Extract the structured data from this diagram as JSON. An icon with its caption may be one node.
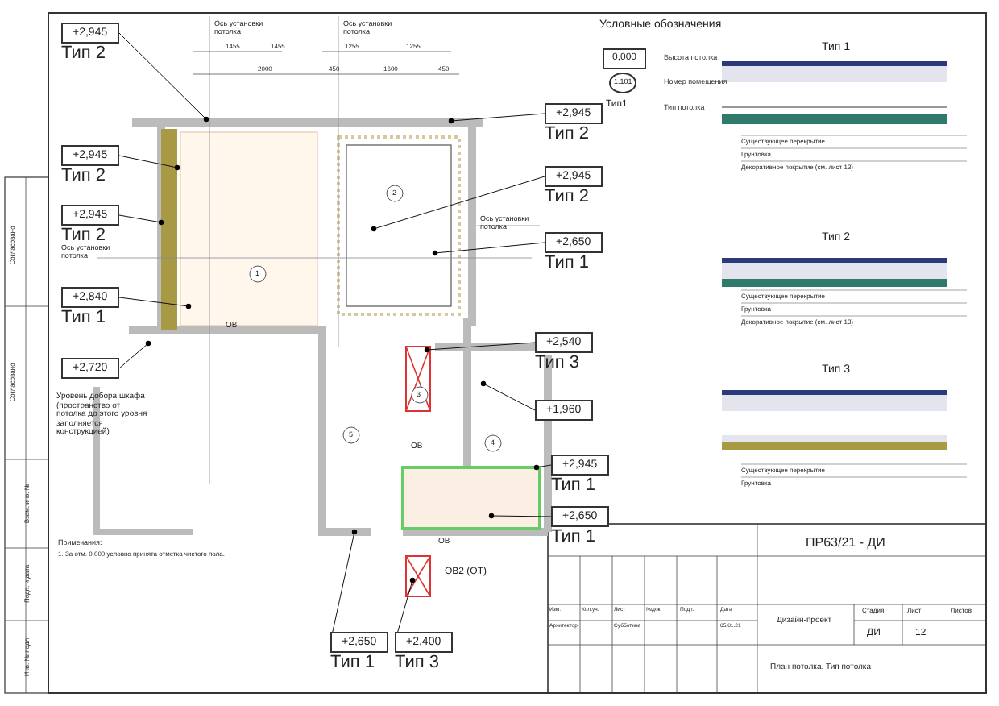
{
  "diagram": {
    "nodes": [
      {
        "text": [
          "+2,945",
          "Тип 2"
        ]
      },
      {
        "text": [
          "+2,945",
          "Тип 2"
        ]
      },
      {
        "text": [
          "+2,945",
          "Тип 2"
        ]
      },
      {
        "text": [
          "+2,840",
          "Тип 1"
        ]
      },
      {
        "text": [
          "+2,720"
        ]
      },
      {
        "text": [
          "+2,945",
          "Тип 2"
        ]
      },
      {
        "text": [
          "+2,945",
          "Тип 2"
        ]
      },
      {
        "text": [
          "+2,650",
          "Тип 1"
        ]
      },
      {
        "text": [
          "+2,540",
          "Тип 3"
        ]
      },
      {
        "text": [
          "+1,960"
        ]
      },
      {
        "text": [
          "+2,945",
          "Тип 1"
        ]
      },
      {
        "text": [
          "+2,650",
          "Тип 1"
        ]
      },
      {
        "text": [
          "+2,650",
          "Тип 1"
        ]
      },
      {
        "text": [
          "+2,400",
          "Тип 3"
        ]
      }
    ],
    "edges": [
      {
        "from": 0,
        "to": null,
        "arrow": "other"
      },
      {
        "from": 1,
        "to": null,
        "arrow": "other"
      },
      {
        "from": 2,
        "to": null,
        "arrow": "other"
      },
      {
        "from": 3,
        "to": null,
        "arrow": "other"
      },
      {
        "from": 4,
        "to": null,
        "arrow": "other"
      },
      {
        "from": 5,
        "to": null,
        "arrow": "other"
      },
      {
        "from": 6,
        "to": null,
        "arrow": "other"
      },
      {
        "from": 7,
        "to": null,
        "arrow": "other"
      },
      {
        "from": 8,
        "to": null,
        "arrow": "other"
      },
      {
        "from": 9,
        "to": null,
        "arrow": "other"
      },
      {
        "from": 10,
        "to": null,
        "arrow": "other"
      },
      {
        "from": 11,
        "to": null,
        "arrow": "other"
      },
      {
        "from": 12,
        "to": null,
        "arrow": "other"
      },
      {
        "from": 13,
        "to": null,
        "arrow": "other"
      }
    ],
    "labels": [
      "Ось установки потолка",
      "Ось установки потолка",
      "Ось установки потолка",
      "Ось установки потолка",
      "1455",
      "1455",
      "2000",
      "1255",
      "1255",
      "450",
      "1600",
      "450",
      "1",
      "2",
      "3",
      "4",
      "5",
      "ОВ",
      "ОВ",
      "ОВ",
      "ОВ2 (ОТ)",
      "Уровень добора шкафа (пространство от потолка до этого уровня заполняется конструкцией)",
      "Условные обозначения",
      "0,000",
      "1.101",
      "Тип1",
      "Тип 1",
      "Существующее перекрытие",
      "Грунтовка",
      "Декоративное покрытие (см. лист 13)",
      "Тип 2",
      "Существующее перекрытие",
      "Грунтовка",
      "Декоративное покрытие (см. лист 13)",
      "Тип 3",
      "Существующее перекрытие",
      "Грунтовка",
      "Примечания:",
      "1. За отм. 0.000 условно принята отметка чистого пола.",
      "ПР63/21 - ДИ",
      "Изм.",
      "Кол.уч.",
      "Лист",
      "№док.",
      "Подп.",
      "Дата",
      "Архитектор",
      "Субботина",
      "05.01.21",
      "Дизайн-проект",
      "Стадия",
      "Лист",
      "Листов",
      "ДИ",
      "12",
      "План потолка. Тип потолка",
      "Согласовано",
      "Согласовано",
      "Взам. инв. №",
      "Подп. и дата",
      "Инв. № подл."
    ],
    "legend": [
      {
        "text": "Высота потолка"
      },
      {
        "text": "Номер помещения"
      },
      {
        "text": "Тип потолка"
      }
    ]
  }
}
